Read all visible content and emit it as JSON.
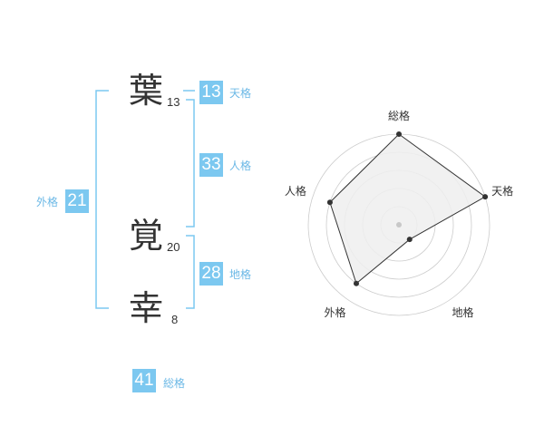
{
  "name": {
    "characters": [
      {
        "char": "葉",
        "strokes": "13"
      },
      {
        "char": "覚",
        "strokes": "20"
      },
      {
        "char": "幸",
        "strokes": "8"
      }
    ]
  },
  "fortune": {
    "tenkaku": {
      "value": "13",
      "label": "天格"
    },
    "jinkaku": {
      "value": "33",
      "label": "人格"
    },
    "chikaku": {
      "value": "28",
      "label": "地格"
    },
    "gaikaku": {
      "value": "21",
      "label": "外格"
    },
    "soukaku": {
      "value": "41",
      "label": "総格"
    }
  },
  "colors": {
    "accent": "#7cc8f0",
    "label": "#6bb8e6",
    "text": "#333333",
    "grid": "#cccccc",
    "polygon_fill": "#efefef",
    "polygon_stroke": "#333333"
  },
  "chart_data": {
    "type": "radar",
    "axes": [
      "総格",
      "天格",
      "地格",
      "外格",
      "人格"
    ],
    "values": [
      5,
      5,
      1,
      4,
      4
    ],
    "max": 5,
    "rings": 5
  }
}
